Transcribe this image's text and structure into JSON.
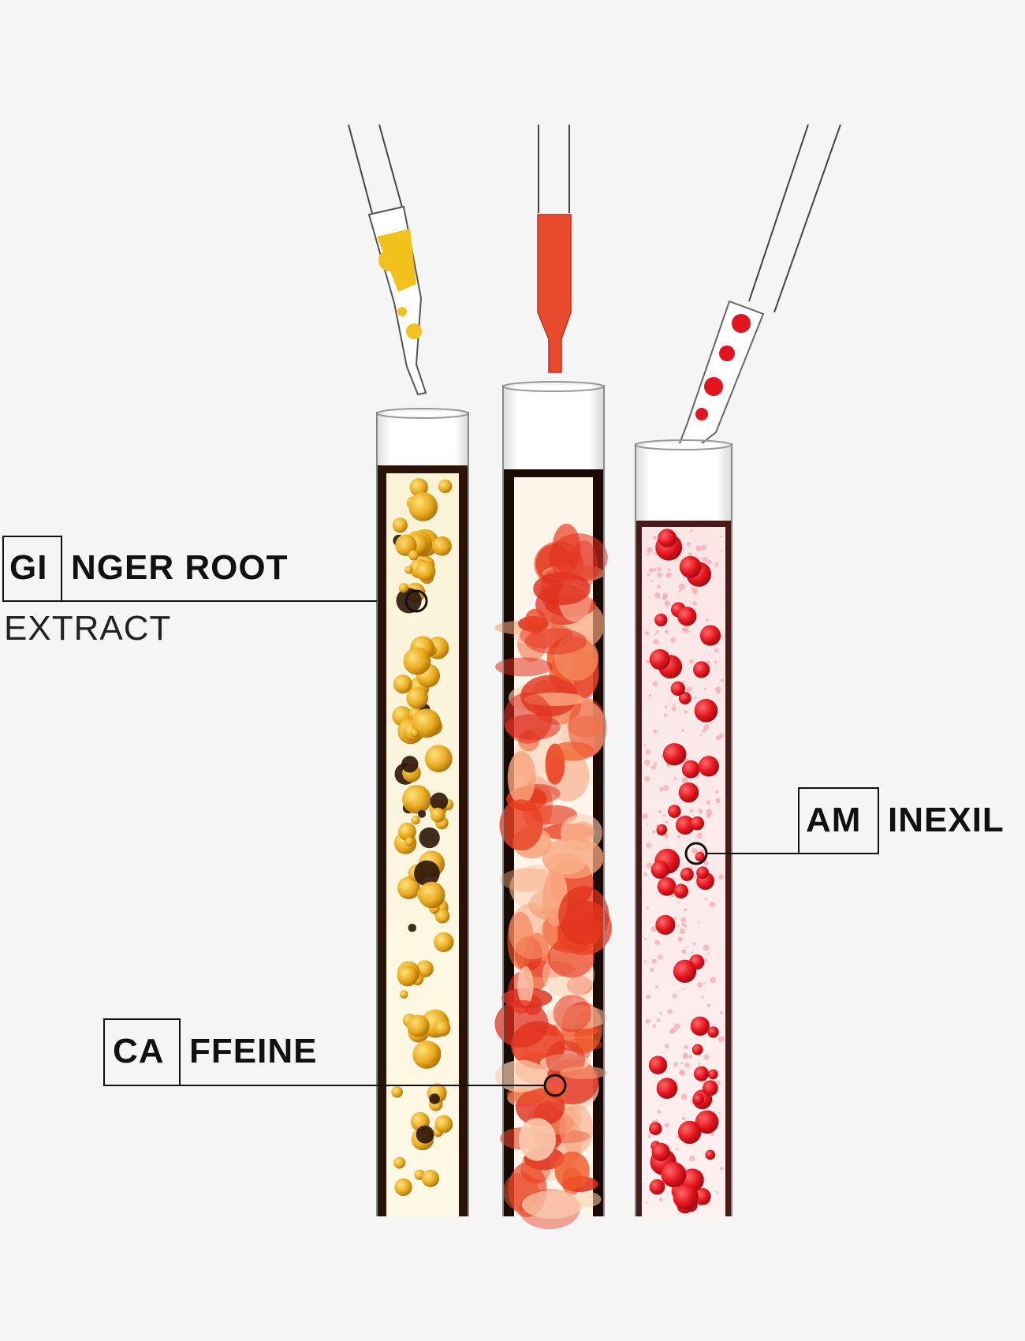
{
  "labels": {
    "ginger": {
      "abbr": "GI",
      "rest": "NGER ROOT",
      "sub": "EXTRACT"
    },
    "caffeine": {
      "abbr": "CA",
      "rest": "FFEINE"
    },
    "aminexil": {
      "abbr": "AM",
      "rest": "INEXIL"
    }
  },
  "colors": {
    "background": "#f5f5f5",
    "ink": "#111111",
    "oil_yellow": "#e8a817",
    "dye_red": "#e0301e",
    "bead_red": "#e3141e"
  }
}
